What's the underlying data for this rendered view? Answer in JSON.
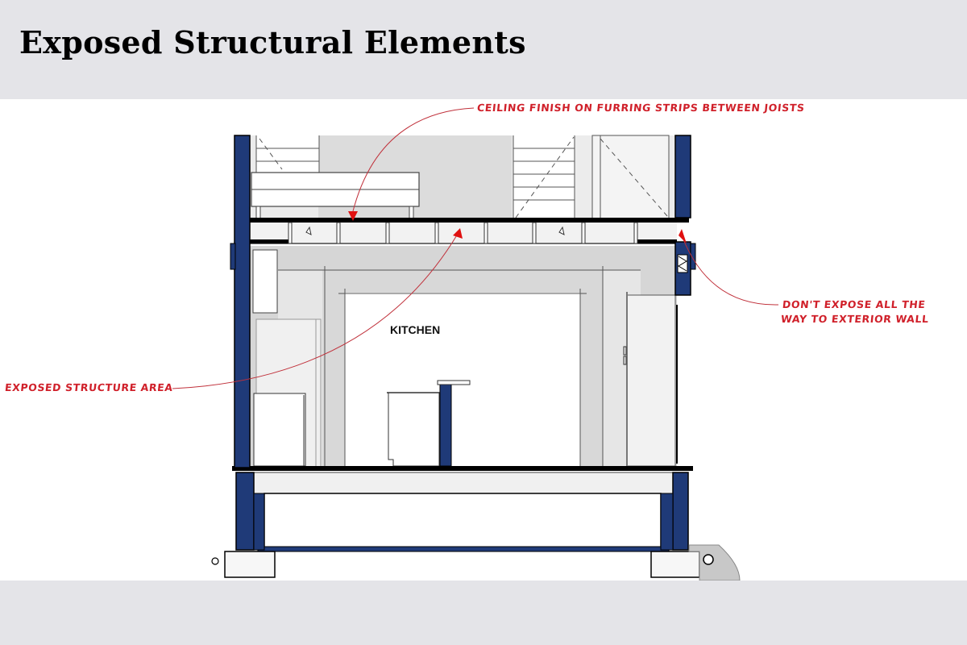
{
  "slide": {
    "title": "Exposed Structural Elements"
  },
  "diagram": {
    "type": "building-section",
    "room_label": "KITCHEN",
    "annotations": [
      {
        "id": "ceiling-finish",
        "text": "CEILING FINISH ON FURRING STRIPS BETWEEN JOISTS"
      },
      {
        "id": "dont-expose",
        "line1": "DON'T EXPOSE ALL THE",
        "line2": "WAY TO EXTERIOR WALL"
      },
      {
        "id": "exposed-area",
        "text": "EXPOSED STRUCTURE AREA"
      }
    ],
    "colors": {
      "annotation": "#d0202a",
      "wall": "#1f3a78",
      "fill_gray": "#d6d6d6",
      "background": "#e4e4e8"
    }
  }
}
